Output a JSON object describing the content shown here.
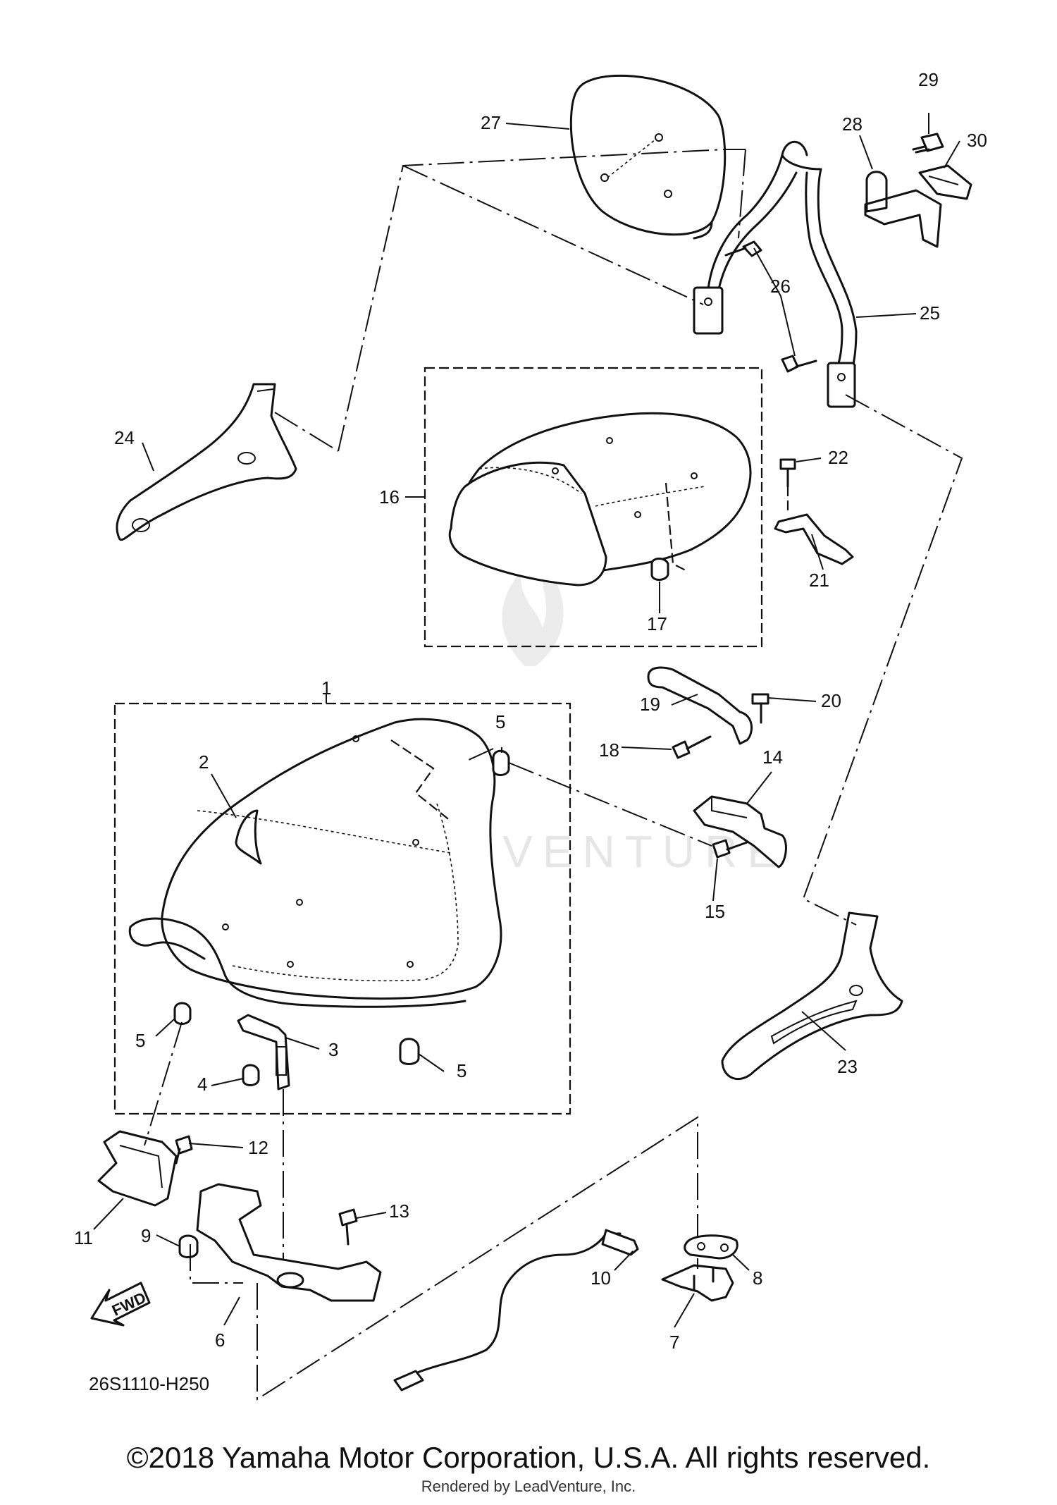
{
  "diagram": {
    "code": "26S1110-H250",
    "fwd_label": "FWD",
    "watermark": "LEADVENTURE",
    "callouts": [
      "1",
      "2",
      "3",
      "4",
      "5",
      "5",
      "5",
      "5",
      "6",
      "7",
      "8",
      "9",
      "10",
      "11",
      "12",
      "13",
      "14",
      "15",
      "16",
      "17",
      "18",
      "19",
      "20",
      "21",
      "22",
      "23",
      "24",
      "25",
      "26",
      "27",
      "28",
      "29",
      "30"
    ]
  },
  "footer": {
    "copyright": "©2018 Yamaha Motor Corporation, U.S.A. All rights reserved.",
    "rendered_by": "Rendered by LeadVenture, Inc."
  },
  "colors": {
    "line": "#111111",
    "background": "#ffffff",
    "watermark": "#e6e6e6"
  }
}
